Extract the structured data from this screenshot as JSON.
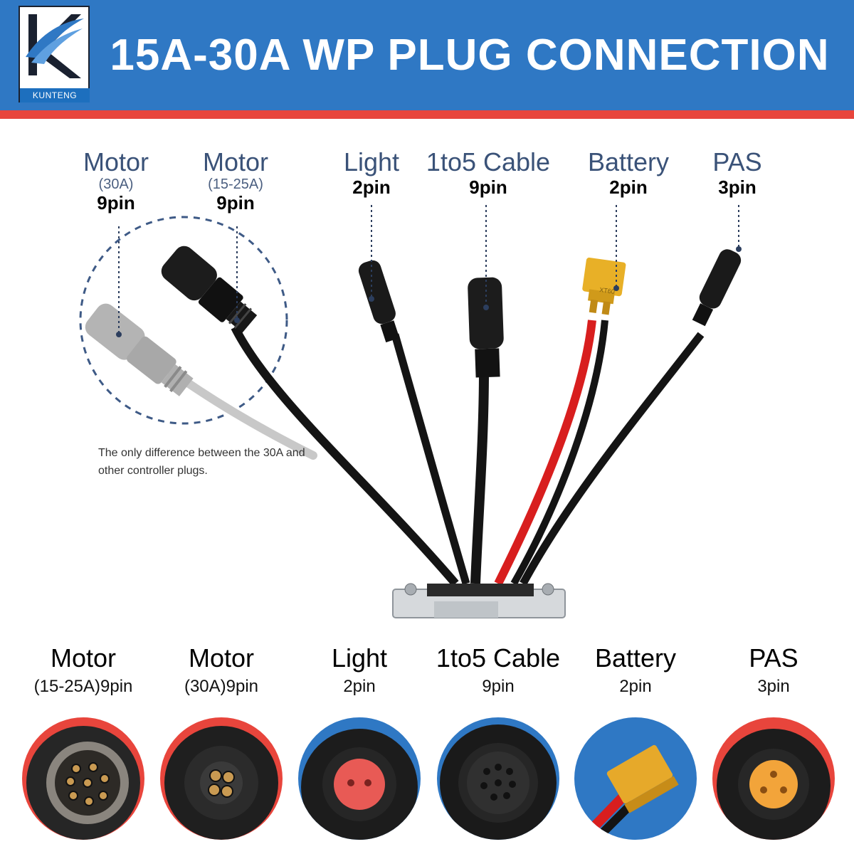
{
  "header": {
    "title": "15A-30A WP PLUG CONNECTION",
    "logo_text": "KUNTENG"
  },
  "colors": {
    "banner": "#2f78c4",
    "stripe": "#e8453c",
    "label_blue": "#3a5278",
    "red_circle": "#e8453c",
    "blue_circle": "#2f78c4"
  },
  "connectors": [
    {
      "name": "Motor",
      "rating": "(30A)",
      "pins": "9pin"
    },
    {
      "name": "Motor",
      "rating": "(15-25A)",
      "pins": "9pin"
    },
    {
      "name": "Light",
      "pins": "2pin"
    },
    {
      "name": "1to5 Cable",
      "pins": "9pin"
    },
    {
      "name": "Battery",
      "pins": "2pin"
    },
    {
      "name": "PAS",
      "pins": "3pin"
    }
  ],
  "note": "The only difference between the 30A and other controller plugs.",
  "bottom_row": [
    {
      "name": "Motor",
      "sub": "(15-25A)9pin",
      "circle": "red",
      "icon": "motor-9pin-socket-icon"
    },
    {
      "name": "Motor",
      "sub": "(30A)9pin",
      "circle": "red",
      "icon": "motor-30a-socket-icon"
    },
    {
      "name": "Light",
      "sub": "2pin",
      "circle": "blue",
      "icon": "light-2pin-plug-icon"
    },
    {
      "name": "1to5 Cable",
      "sub": "9pin",
      "circle": "blue",
      "icon": "cable-9pin-socket-icon"
    },
    {
      "name": "Battery",
      "sub": "2pin",
      "circle": "blue",
      "icon": "xt60-battery-plug-icon"
    },
    {
      "name": "PAS",
      "sub": "3pin",
      "circle": "red",
      "icon": "pas-3pin-plug-icon"
    }
  ],
  "battery_plug_marking": "XT60"
}
